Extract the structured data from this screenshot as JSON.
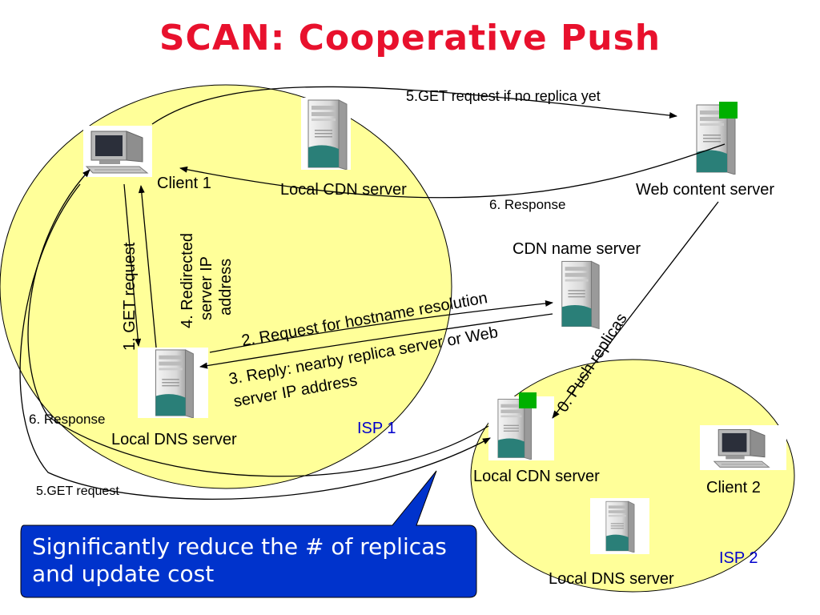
{
  "title": "SCAN: Cooperative Push",
  "nodes": {
    "client1": "Client 1",
    "local_cdn_1": "Local CDN server",
    "web_content": "Web content server",
    "cdn_name": "CDN name server",
    "local_dns_1": "Local DNS server",
    "local_cdn_2": "Local CDN server",
    "client2": "Client 2",
    "local_dns_2": "Local DNS server"
  },
  "isps": {
    "isp1": "ISP 1",
    "isp2": "ISP 2"
  },
  "edges": {
    "get_no_replica": "5.GET request if no replica yet",
    "response_top": "6. Response",
    "get_request_1": "1. GET request",
    "redirect_line1": "4. Redirected",
    "redirect_line2": "server  IP",
    "redirect_line3": "address",
    "hostname_req": "2. Request for hostname resolution",
    "reply_line1": "3. Reply: nearby replica server or Web",
    "reply_line2": "server IP address",
    "push": "0. Push replicas",
    "response_left": "6. Response",
    "get_request_5": "5.GET request"
  },
  "callout": {
    "text": "Significantly reduce the # of replicas and update cost"
  },
  "colors": {
    "title": "#e8112d",
    "isp_fill": "#ffff99",
    "callout_fill": "#0033cc",
    "replica_marker": "#00b000",
    "isp_label": "#0000cc"
  }
}
